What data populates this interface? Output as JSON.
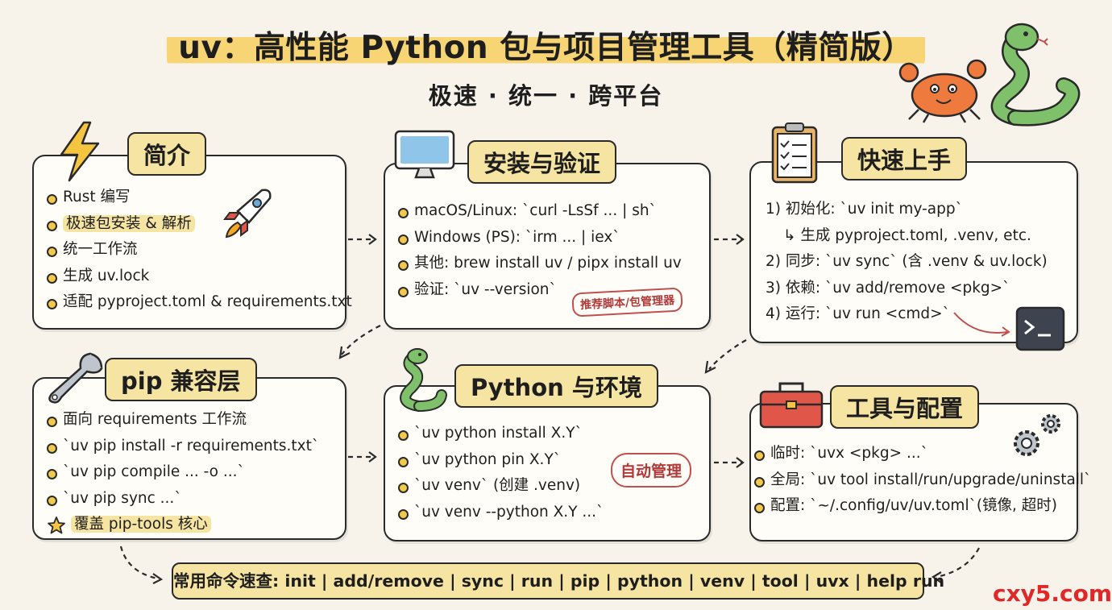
{
  "title": "uv：高性能 Python 包与项目管理工具（精简版）",
  "subtitle": "极速 · 统一 · 跨平台",
  "sections": {
    "intro": {
      "title": "简介",
      "items": [
        "Rust 编写",
        "极速包安装 & 解析",
        "统一工作流",
        "生成 uv.lock",
        "适配 pyproject.toml & requirements.txt"
      ]
    },
    "install": {
      "title": "安装与验证",
      "items": [
        "macOS/Linux: `curl -LsSf ... | sh`",
        "Windows (PS): `irm ... | iex`",
        "其他: brew install uv / pipx install uv",
        "验证: `uv --version`"
      ],
      "stamp": "推荐脚本/包管理器"
    },
    "quickstart": {
      "title": "快速上手",
      "items": [
        "1) 初始化: `uv init my-app`",
        "↳ 生成 pyproject.toml, .venv, etc.",
        "2) 同步: `uv sync` (含 .venv & uv.lock)",
        "3) 依赖: `uv add/remove <pkg>`",
        "4) 运行: `uv run <cmd>`"
      ]
    },
    "pip": {
      "title": "pip 兼容层",
      "items": [
        "面向 requirements 工作流",
        "`uv pip install -r requirements.txt`",
        "`uv pip compile ... -o ...`",
        "`uv pip sync ...`"
      ],
      "highlight": "覆盖 pip-tools 核心"
    },
    "python_env": {
      "title": "Python 与环境",
      "items": [
        "`uv python install X.Y`",
        "`uv python pin X.Y`",
        "`uv venv` (创建 .venv)",
        "`uv venv --python X.Y ...`"
      ],
      "stamp": "自动管理"
    },
    "tools": {
      "title": "工具与配置",
      "items": [
        "临时: `uvx <pkg> ...`",
        "全局: `uv tool install/run/upgrade/uninstall`",
        "配置: `~/.config/uv/uv.toml`(镜像, 超时)"
      ]
    }
  },
  "cheatsheet": "常用命令速查: init | add/remove | sync | run | pip | python | venv | tool | uvx | help run",
  "watermark": "cxy5.com",
  "icons": [
    "lightning-icon",
    "rocket-icon",
    "monitor-icon",
    "clipboard-icon",
    "terminal-icon",
    "wrench-icon",
    "snake-icon",
    "toolbox-icon",
    "gears-icon",
    "crab-icon",
    "star-icon"
  ],
  "colors": {
    "highlight": "#f6e4a3",
    "stamp": "#c0504d",
    "watermark": "#e02828"
  }
}
